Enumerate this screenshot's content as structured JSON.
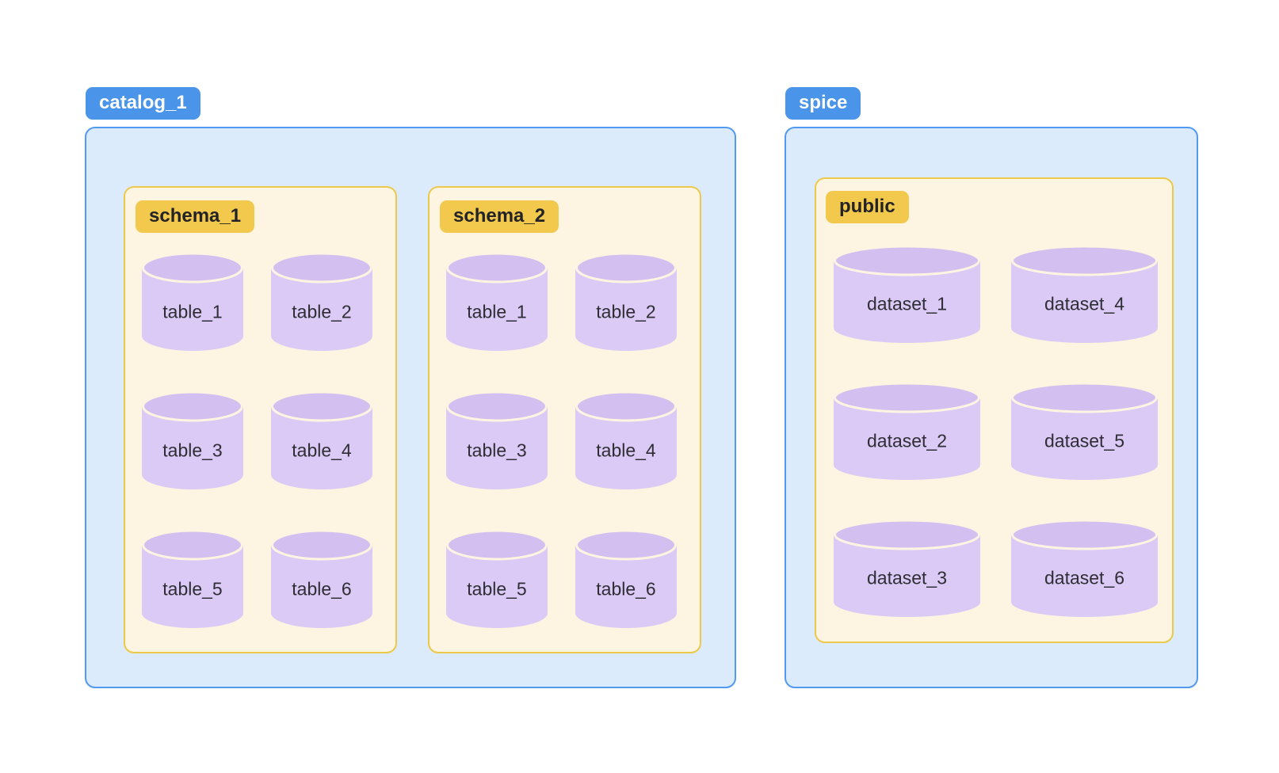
{
  "diagram": {
    "groups": [
      {
        "label": "catalog_1",
        "schemas": [
          {
            "label": "schema_1",
            "items": [
              "table_1",
              "table_2",
              "table_3",
              "table_4",
              "table_5",
              "table_6"
            ]
          },
          {
            "label": "schema_2",
            "items": [
              "table_1",
              "table_2",
              "table_3",
              "table_4",
              "table_5",
              "table_6"
            ]
          }
        ]
      },
      {
        "label": "spice",
        "schemas": [
          {
            "label": "public",
            "items": [
              "dataset_1",
              "dataset_2",
              "dataset_3",
              "dataset_4",
              "dataset_5",
              "dataset_6"
            ]
          }
        ]
      }
    ],
    "colors": {
      "catalog_badge_blue": "#4a94ea",
      "catalog_box_border_blue": "#529af0",
      "catalog_box_fill_blue": "#dcebfc",
      "schema_badge_yellow": "#f2c94c",
      "schema_box_border_yellow": "#ecc84b",
      "schema_box_fill_cream": "#fdf5e1",
      "cylinder_body_purple": "#dbc9f6",
      "cylinder_top_purple": "#d3bff0",
      "label_text_dark": "#2e2e34",
      "badge_text_white": "#ffffff"
    }
  }
}
